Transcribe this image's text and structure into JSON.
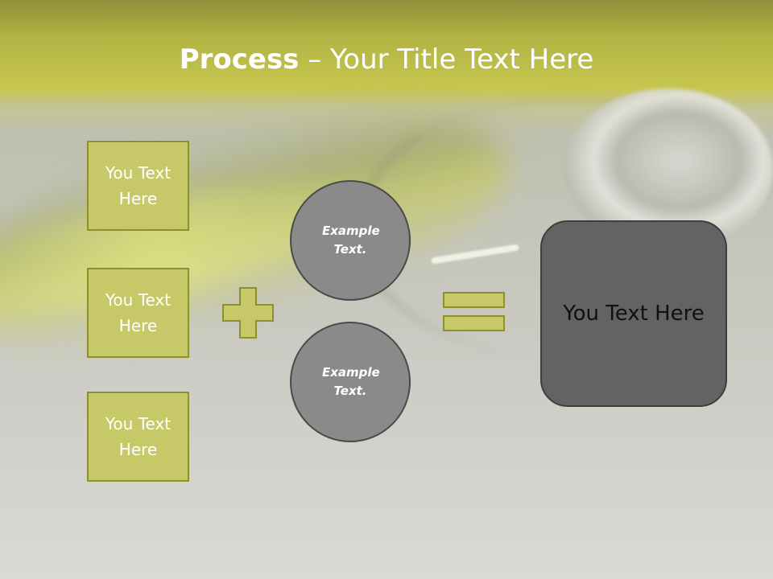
{
  "slide": {
    "title_bold": "Process",
    "title_rest": " – Your Title Text Here"
  },
  "inputs": [
    {
      "text": "You Text Here"
    },
    {
      "text": "You Text Here"
    },
    {
      "text": "You Text Here"
    }
  ],
  "examples": [
    {
      "text": "Example Text."
    },
    {
      "text": "Example Text."
    }
  ],
  "result": {
    "text": "You Text Here"
  },
  "colors": {
    "accent": "#c7c868",
    "accent_border": "#8e8f2f",
    "circle_fill": "#8a8a8a",
    "result_fill": "#636363"
  },
  "icons": {
    "operator_plus": "plus-icon",
    "operator_equals": "equals-icon"
  }
}
